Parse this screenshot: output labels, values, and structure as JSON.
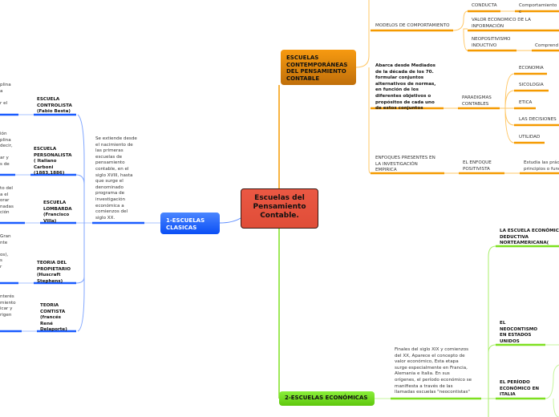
{
  "central": {
    "title": "Escuelas del Pensamiento Contable."
  },
  "colors": {
    "central": "#e8533f",
    "contemporary": "#f08c00",
    "classic": "#1a5cff",
    "economic": "#7ee020"
  },
  "classic": {
    "label": "1-ESCUELAS CLASICAS",
    "description": "Se extiende desde\nel nacimiento de\nlas primeras\nescuelas de\npensamiento\ncontable, en el\nsiglo XVIII, hasta\nque surge el\ndenominado\nprograma de\ninvestigación\neconómica a\ncomienzos del\nsiglo XX.",
    "schools": [
      {
        "label": "ESCUELA\nCONTROLISTA\n(Fabio Besta)",
        "fragment": "plina\na\n\nr el"
      },
      {
        "label": "ESCUELA\nPERSONALISTA\n( Italiano\nCarboni\n(1883,1886)",
        "fragment": "ión\nplina\ndecir,\n\nar y\ns de"
      },
      {
        "label": "ESCUELA\nLOMBARDA\n(Francisco\nVilla)",
        "fragment": "to del\na el\norar\nnadas\nción"
      },
      {
        "label": "TEORIA DEL\nPROPIETARIO\n(Huscraft\nStephens)",
        "fragment": "Gran\nnte\n\nos),\ns\nr"
      },
      {
        "label": "TEORIA\nCONTISTA\n(francés\nRené\nDelaporte)",
        "fragment": "nterés\nmiento\nicar y\nrigen"
      }
    ]
  },
  "contemporary": {
    "label": "ESCUELAS CONTEMPORÁNEAS DEL PENSAMIENTO CONTABLE",
    "models": {
      "label": "MODELOS DE COMPORTAMIENTO",
      "items": [
        {
          "label": "CONDUCTA",
          "detail": "Comportamiento c"
        },
        {
          "label": "VALOR ECONOMICO DE LA INFORMACIÓN"
        },
        {
          "label": "NEOPOSITIVISMO\nINDUCTIVO",
          "detail": "Comprend"
        }
      ]
    },
    "paradigms": {
      "description": "Abarca desde Mediados\nde la década de los 70.\nformular conjuntos\nalternativos de normas,\nen función de los\ndiferentes objetivos o\npropósitos de cada uno\nde estos conjuntos",
      "label": "PARADIGMAS\nCONTABLES",
      "items": [
        "ECONOMIA",
        "SICOLOGIA",
        "ETICA",
        "LAS DECISIONES",
        "UTILIDAD"
      ]
    },
    "approaches": {
      "label": "ENFOQUES PRESENTES EN\nLA INVESTIGACIÓN\nEMPIRICA",
      "sub": "EL ENFOQUE\nPOSITIVISTA",
      "detail": "Estudia las práctic\nprincipios o func"
    }
  },
  "economic": {
    "label": "2-ESCUELAS ECONÓMICAS",
    "description": "Finales del siglo XIX y comienzos\ndel XX, Aparece el concepto de\nvalor económico, Esta etapa\nsurge especialmente en Francia,\nAlemania e Italia. En sus\norígenes, el período económico se\nmanifiesta a través de las\nllamadas escuelas \"neocontistas\"",
    "items": [
      "LA ESCUELA ECONÓMICA\nDEDUCTIVA\nNORTEAMERICANA(",
      "EL\nNEOCONTISMO\nEN ESTADOS\nUNIDOS",
      "EL PERÍODO\nECONÓMICO EN\nITALIA"
    ]
  }
}
